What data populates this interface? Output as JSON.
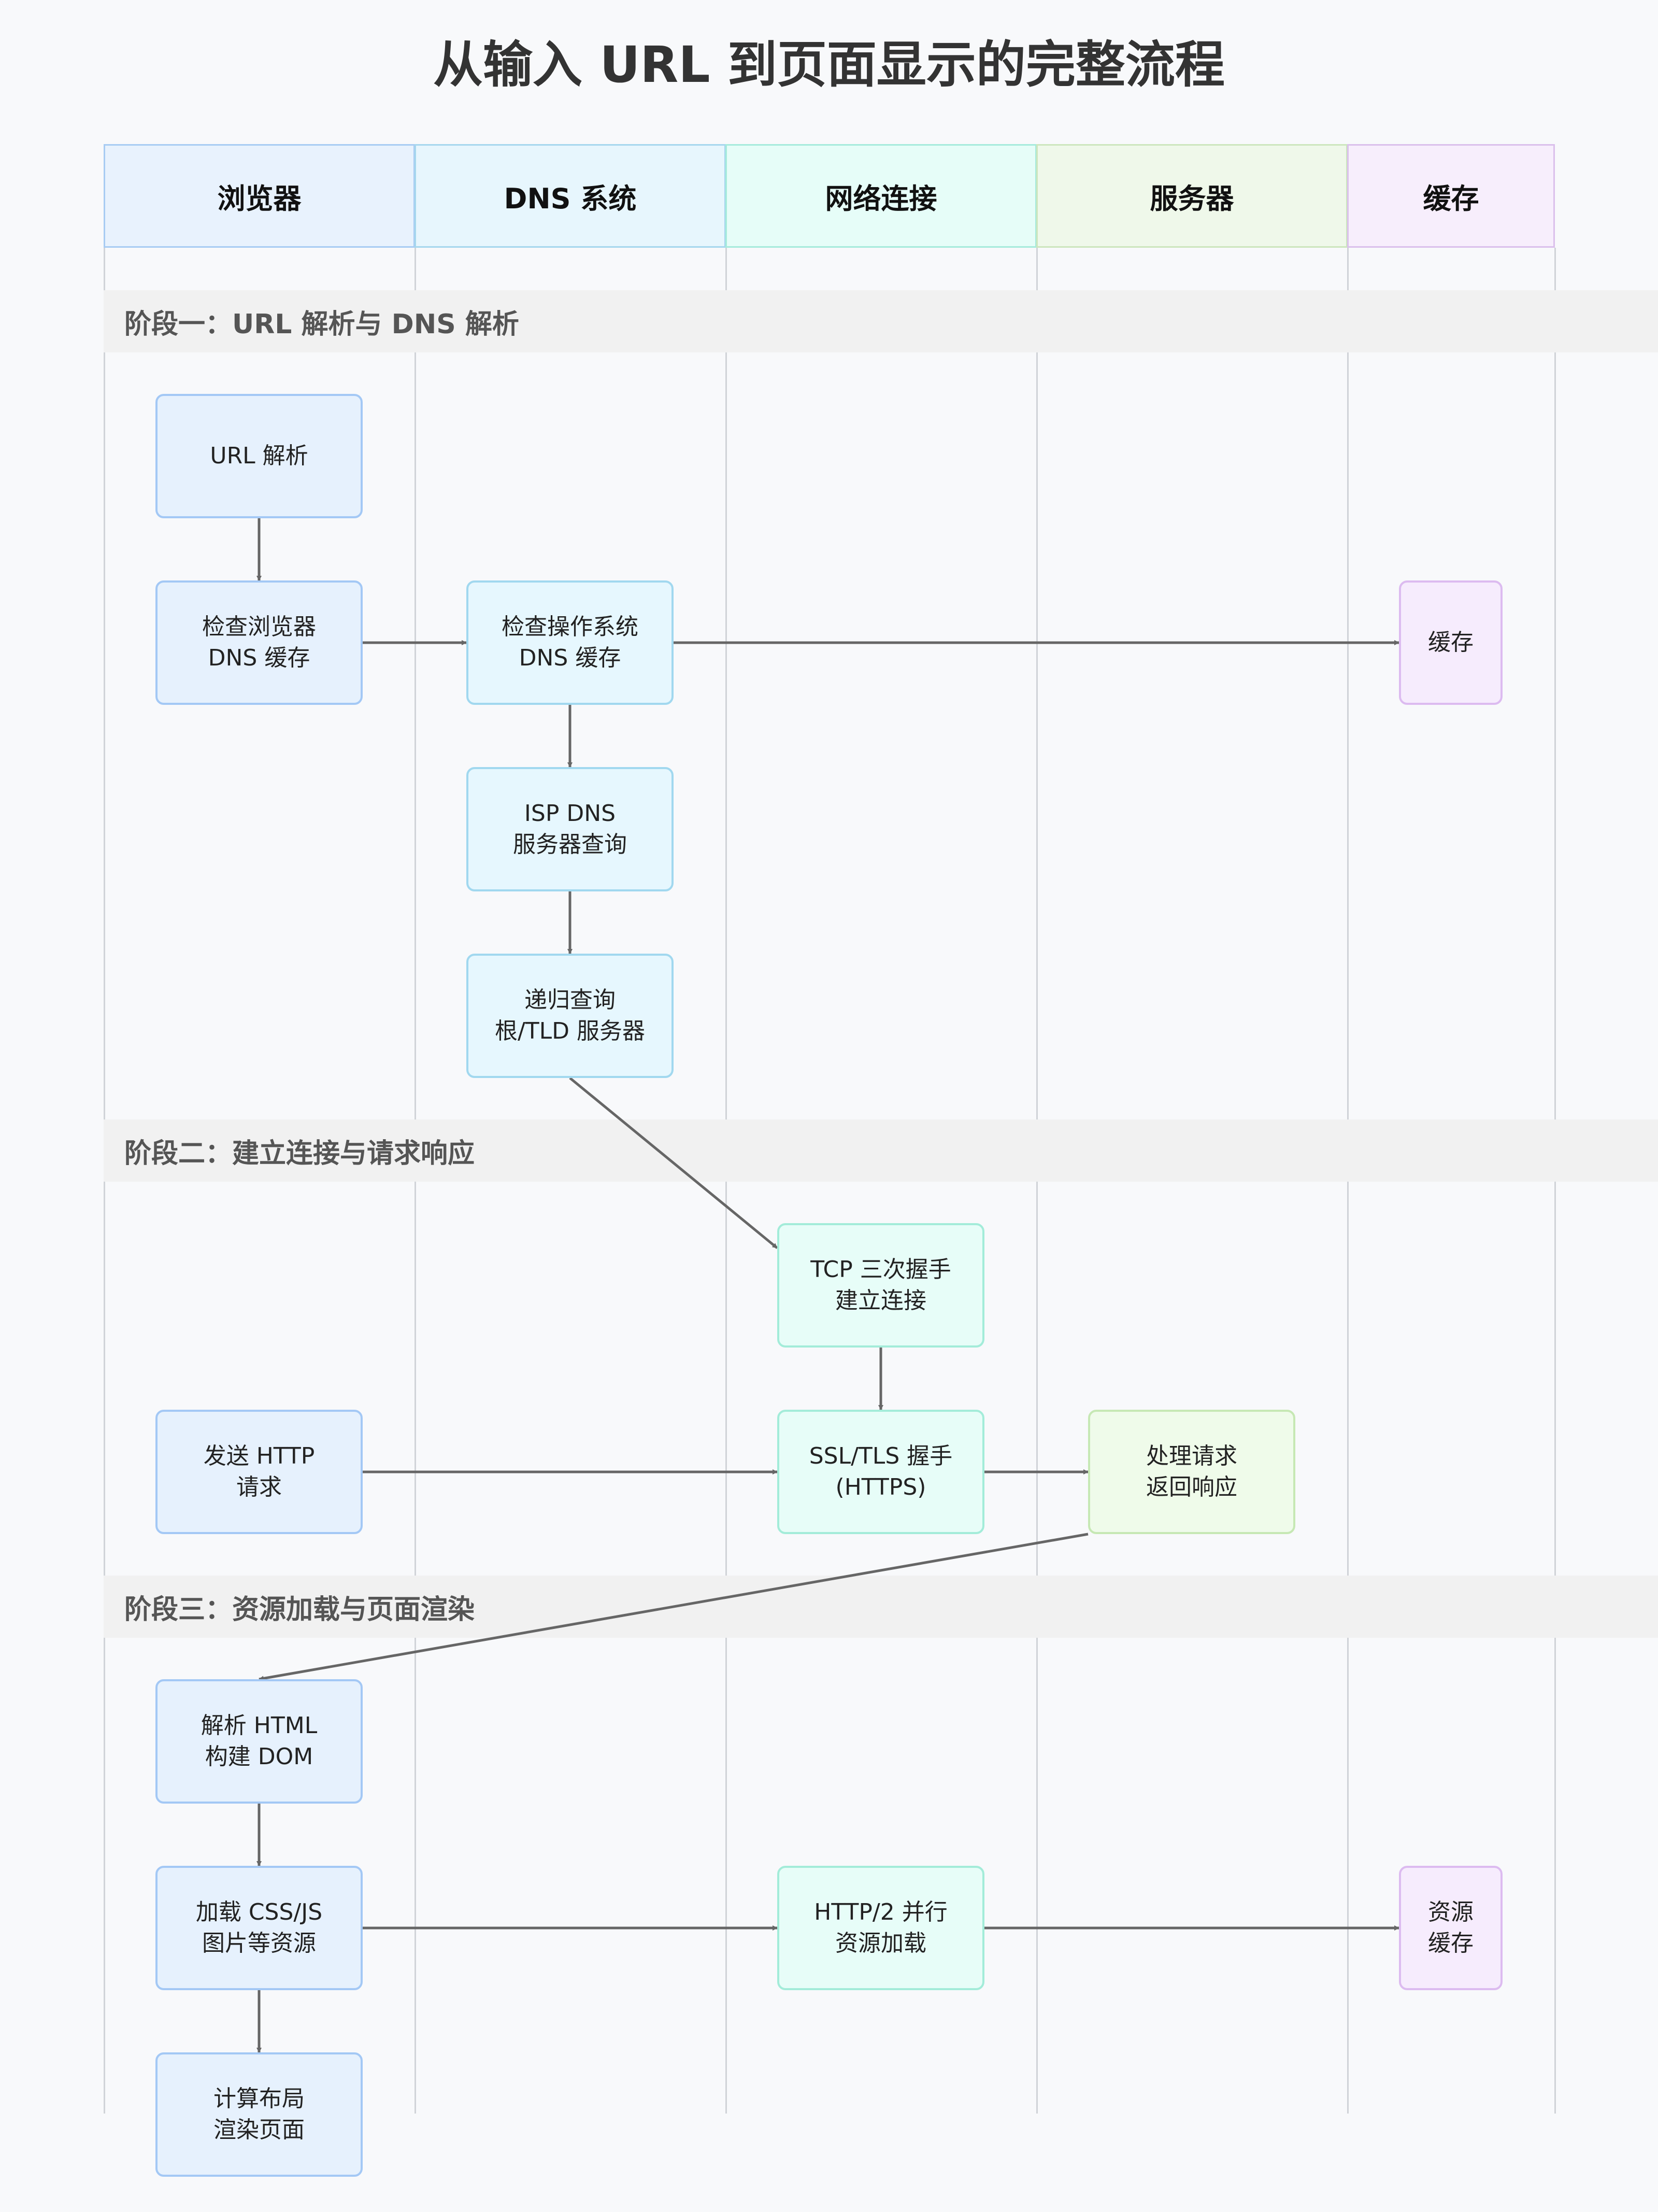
{
  "title": "从输入 URL 到页面显示的完整流程",
  "lanes": [
    {
      "label": "浏览器",
      "bg": "#e8f2fd",
      "border": "#a8ccf3"
    },
    {
      "label": "DNS 系统",
      "bg": "#e7f6fd",
      "border": "#a6d7ee"
    },
    {
      "label": "网络连接",
      "bg": "#e6fdf8",
      "border": "#a6ebdc"
    },
    {
      "label": "服务器",
      "bg": "#eff8ea",
      "border": "#cde6be"
    },
    {
      "label": "缓存",
      "bg": "#f7eefc",
      "border": "#dbc0ec"
    }
  ],
  "phases": [
    "阶段一：URL 解析与 DNS 解析",
    "阶段二：建立连接与请求响应",
    "阶段三：资源加载与页面渲染"
  ],
  "nodes": {
    "url_parse": "URL 解析",
    "browser_dns_cache": "检查浏览器\nDNS 缓存",
    "os_dns_cache": "检查操作系统\nDNS 缓存",
    "cache_1": "缓存",
    "isp_dns": "ISP DNS\n服务器查询",
    "recursive_query": "递归查询\n根/TLD 服务器",
    "tcp_handshake": "TCP 三次握手\n建立连接",
    "send_http": "发送 HTTP\n请求",
    "tls_handshake": "SSL/TLS 握手\n(HTTPS)",
    "handle_request": "处理请求\n返回响应",
    "parse_html": "解析 HTML\n构建 DOM",
    "load_resources": "加载 CSS/JS\n图片等资源",
    "http2_parallel": "HTTP/2 并行\n资源加载",
    "resource_cache": "资源\n缓存",
    "layout_render": "计算布局\n渲染页面"
  },
  "edges": [
    [
      "url_parse",
      "browser_dns_cache"
    ],
    [
      "browser_dns_cache",
      "os_dns_cache"
    ],
    [
      "os_dns_cache",
      "cache_1"
    ],
    [
      "os_dns_cache",
      "isp_dns"
    ],
    [
      "isp_dns",
      "recursive_query"
    ],
    [
      "recursive_query",
      "tcp_handshake"
    ],
    [
      "tcp_handshake",
      "tls_handshake"
    ],
    [
      "send_http",
      "tls_handshake"
    ],
    [
      "tls_handshake",
      "handle_request"
    ],
    [
      "handle_request",
      "parse_html"
    ],
    [
      "parse_html",
      "load_resources"
    ],
    [
      "load_resources",
      "http2_parallel"
    ],
    [
      "http2_parallel",
      "resource_cache"
    ],
    [
      "load_resources",
      "layout_render"
    ]
  ]
}
